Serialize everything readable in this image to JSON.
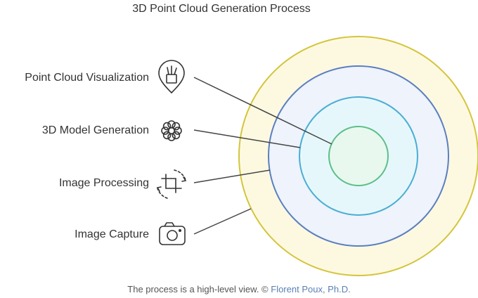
{
  "title": "3D Point Cloud Generation Process",
  "layers": [
    {
      "label": "Point Cloud Visualization",
      "icon": "paint-brushes-icon",
      "fill": "#e8f8ee",
      "stroke": "#5dbf8a"
    },
    {
      "label": "3D Model Generation",
      "icon": "flower-icon",
      "fill": "#e6f7fb",
      "stroke": "#4aaed3"
    },
    {
      "label": "Image Processing",
      "icon": "crop-rotate-icon",
      "fill": "#eef3fc",
      "stroke": "#5b7fc0"
    },
    {
      "label": "Image Capture",
      "icon": "camera-icon",
      "fill": "#fdf9e1",
      "stroke": "#d4c53c"
    }
  ],
  "footer": {
    "text": "The process is a high-level view. © ",
    "author": "Florent Poux, Ph.D."
  }
}
